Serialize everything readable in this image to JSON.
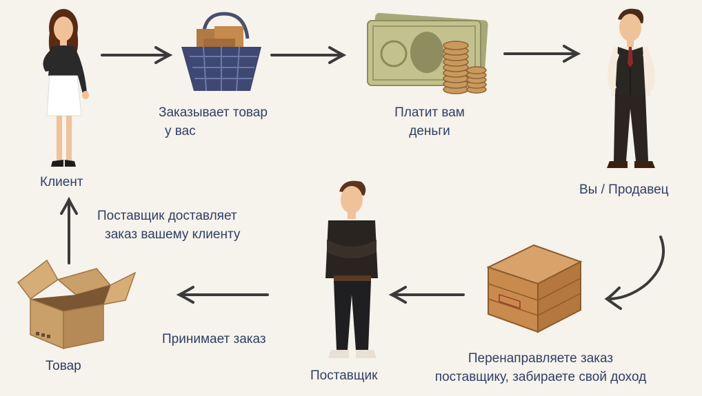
{
  "nodes": {
    "client": "Клиент",
    "seller": "Вы / Продавец",
    "supplier": "Поставщик",
    "product": "Товар"
  },
  "steps": {
    "order_line1": "Заказывает товар",
    "order_line2": "у вас",
    "pay_line1": "Платит вам",
    "pay_line2": "деньги",
    "forward_line1": "Перенаправляете заказ",
    "forward_line2": "поставщику, забираете свой доход",
    "accept": "Принимает заказ",
    "deliver_line1": "Поставщик доставляет",
    "deliver_line2": "заказ вашему клиенту"
  },
  "colors": {
    "background": "#f6f2ec",
    "text": "#2f3f63",
    "arrow": "#3a3a3a",
    "cardboard": "#c9a06a",
    "crate": "#c98a4e",
    "money": "#b9b884"
  }
}
